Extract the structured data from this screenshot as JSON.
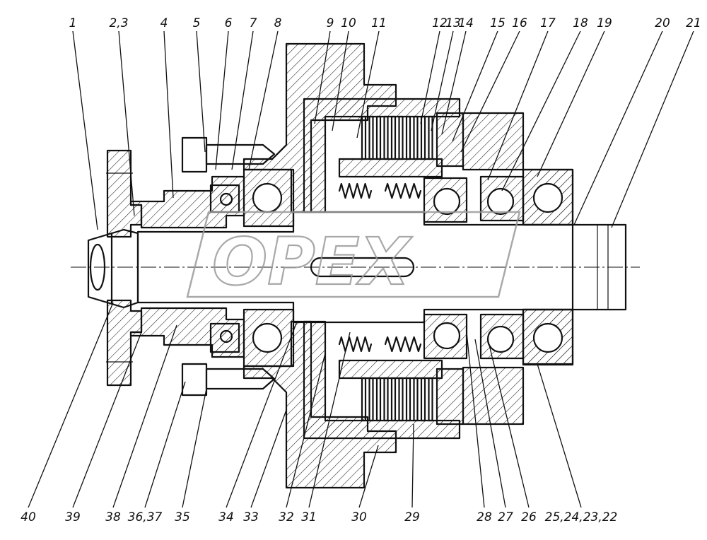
{
  "drawing": {
    "top_labels": [
      "1",
      "2,3",
      "4",
      "5",
      "6",
      "7",
      "8",
      "9",
      "10",
      "11",
      "12",
      "13",
      "14",
      "15",
      "16",
      "17",
      "18",
      "19",
      "20",
      "21"
    ],
    "bottom_labels": [
      "40",
      "39",
      "38",
      "36,37",
      "35",
      "34",
      "33",
      "32",
      "31",
      "30",
      "29",
      "28",
      "27",
      "26",
      "25,24,23,22"
    ],
    "watermark": "OPEX"
  }
}
